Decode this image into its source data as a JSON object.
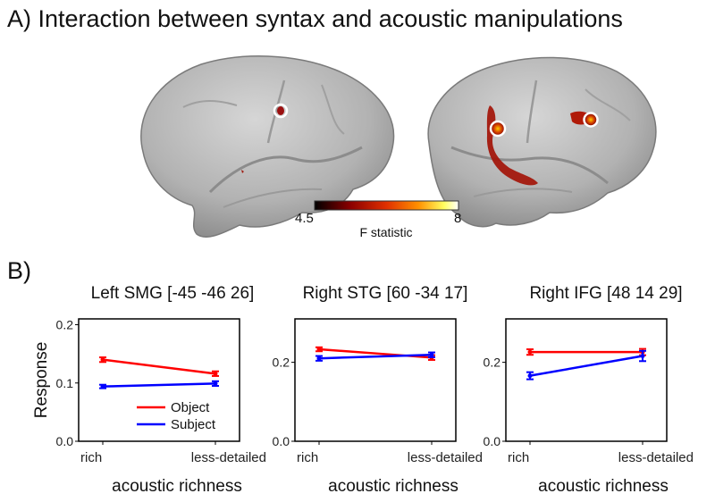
{
  "panel_a": {
    "title": "A) Interaction between syntax and acoustic manipulations",
    "colorbar": {
      "min_label": "4.5",
      "max_label": "8",
      "title": "F statistic",
      "colors": [
        "#000000",
        "#8b0000",
        "#e03000",
        "#ff9000",
        "#ffff60",
        "#ffffff"
      ]
    }
  },
  "panel_b": {
    "label": "B)"
  },
  "chart_data": [
    {
      "type": "line",
      "title": "Left SMG [-45 -46 26]",
      "xlabel": "acoustic richness",
      "ylabel": "Response",
      "categories": [
        "rich",
        "less-detailed"
      ],
      "ylim": [
        0.0,
        0.21
      ],
      "yticks": [
        0.0,
        0.1,
        0.2
      ],
      "ytick_labels": [
        "0.0",
        "0.1",
        "0.2"
      ],
      "legend": {
        "position": "bottom-left",
        "entries": [
          "Object",
          "Subject"
        ]
      },
      "series": [
        {
          "name": "Object",
          "color": "#ff0000",
          "values": [
            0.14,
            0.116
          ],
          "err": [
            0.004,
            0.004
          ]
        },
        {
          "name": "Subject",
          "color": "#0000ff",
          "values": [
            0.094,
            0.099
          ],
          "err": [
            0.003,
            0.004
          ]
        }
      ]
    },
    {
      "type": "line",
      "title": "Right STG [60 -34 17]",
      "xlabel": "acoustic richness",
      "ylabel": "",
      "categories": [
        "rich",
        "less-detailed"
      ],
      "ylim": [
        0.0,
        0.31
      ],
      "yticks": [
        0.0,
        0.2
      ],
      "ytick_labels": [
        "0.0",
        "0.2"
      ],
      "series": [
        {
          "name": "Object",
          "color": "#ff0000",
          "values": [
            0.233,
            0.212
          ],
          "err": [
            0.005,
            0.006
          ]
        },
        {
          "name": "Subject",
          "color": "#0000ff",
          "values": [
            0.21,
            0.219
          ],
          "err": [
            0.006,
            0.006
          ]
        }
      ]
    },
    {
      "type": "line",
      "title": "Right IFG [48 14 29]",
      "xlabel": "acoustic richness",
      "ylabel": "",
      "categories": [
        "rich",
        "less-detailed"
      ],
      "ylim": [
        0.0,
        0.31
      ],
      "yticks": [
        0.0,
        0.2
      ],
      "ytick_labels": [
        "0.0",
        "0.2"
      ],
      "series": [
        {
          "name": "Object",
          "color": "#ff0000",
          "values": [
            0.226,
            0.226
          ],
          "err": [
            0.007,
            0.008
          ]
        },
        {
          "name": "Subject",
          "color": "#0000ff",
          "values": [
            0.166,
            0.216
          ],
          "err": [
            0.009,
            0.013
          ]
        }
      ]
    }
  ]
}
